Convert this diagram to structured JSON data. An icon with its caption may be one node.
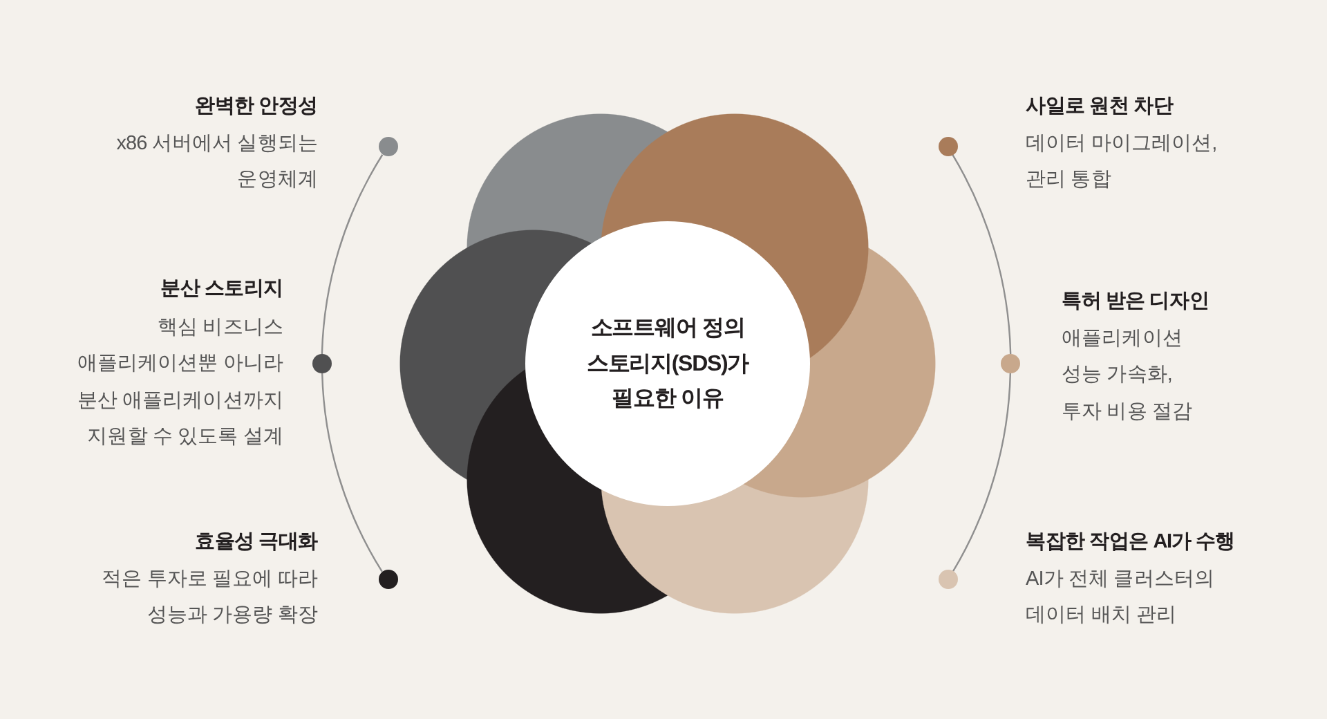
{
  "diagram": {
    "nodes": [
      {
        "text": [
          "소프트웨어 정의 스토리지(SDS)가 필요한 이유"
        ]
      },
      {
        "text": [],
        "shape": "circle",
        "beside": [
          "완벽한 안정성",
          "x86 서버에서 실행되는 운영체계"
        ]
      },
      {
        "text": [],
        "shape": "circle",
        "beside": [
          "사일로 원천 차단",
          "데이터 마이그레이션, 관리 통합"
        ]
      },
      {
        "text": [],
        "shape": "circle",
        "beside": [
          "분산 스토리지",
          "핵심 비즈니스 애플리케이션뿐 아니라 분산 애플리케이션까지 지원할 수 있도록 설계"
        ]
      },
      {
        "text": [],
        "shape": "circle",
        "beside": [
          "특허 받은 디자인",
          "애플리케이션 성능 가속화, 투자 비용 절감"
        ]
      },
      {
        "text": [],
        "shape": "circle",
        "beside": [
          "효율성 극대화",
          "적은 투자로 필요에 따라 성능과 가용량 확장"
        ]
      },
      {
        "text": [],
        "shape": "circle",
        "beside": [
          "복잡한 작업은 AI가 수행",
          "AI가 전체 클러스터의 데이터 배치 관리"
        ]
      }
    ],
    "edges": [
      {
        "from": 1,
        "to": 3,
        "arrow": "none"
      },
      {
        "from": 3,
        "to": 5,
        "arrow": "none"
      },
      {
        "from": 2,
        "to": 4,
        "arrow": "none"
      },
      {
        "from": 4,
        "to": 6,
        "arrow": "none"
      }
    ]
  }
}
